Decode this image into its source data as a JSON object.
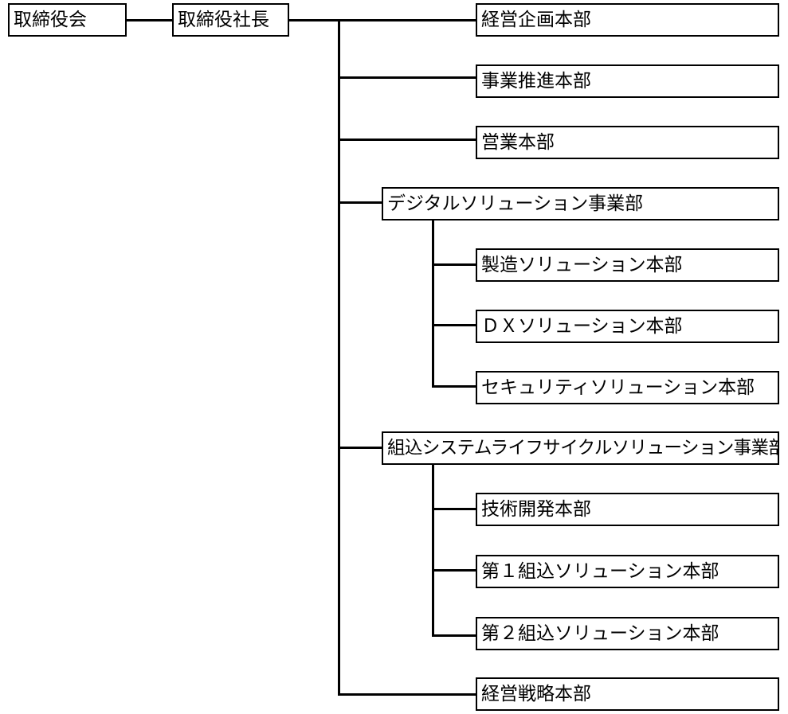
{
  "org": {
    "board": "取締役会",
    "president": "取締役社長",
    "units": [
      "経営企画本部",
      "事業推進本部",
      "営業本部",
      "デジタルソリューション事業部",
      "製造ソリューション本部",
      "ＤＸソリューション本部",
      "セキュリティソリューション本部",
      "組込システムライフサイクルソリューション事業部",
      "技術開発本部",
      "第１組込ソリューション本部",
      "第２組込ソリューション本部",
      "経営戦略本部"
    ]
  }
}
